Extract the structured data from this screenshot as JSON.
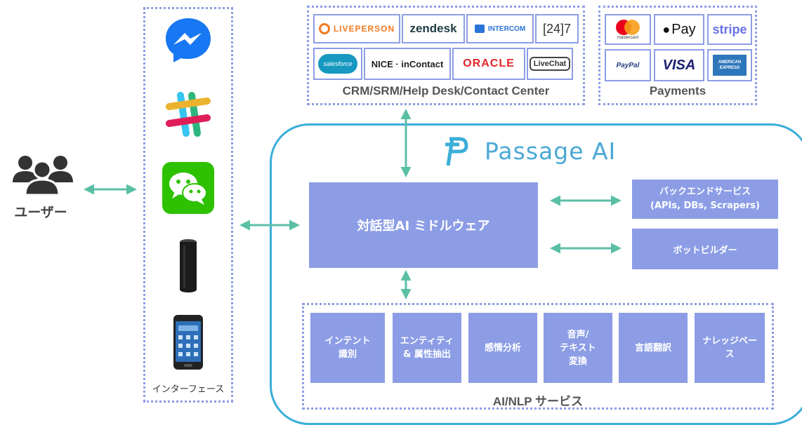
{
  "crm": {
    "caption": "CRM/SRM/Help Desk/Contact Center",
    "logos": [
      "LIVEPERSON",
      "zendesk",
      "INTERCOM",
      "[24]7",
      "salesforce",
      "NICE · inContact",
      "ORACLE",
      "LiveChat"
    ]
  },
  "payments": {
    "caption": "Payments",
    "logos": [
      "mastercard",
      "Pay",
      "stripe",
      "PayPal",
      "VISA",
      "AMERICAN EXPRESS"
    ]
  },
  "user": {
    "label": "ユーザー"
  },
  "interface": {
    "label": "インターフェース"
  },
  "passage": {
    "title": "Passage AI"
  },
  "middleware": {
    "label": "対話型AI ミドルウェア"
  },
  "backend": {
    "label": "バックエンドサービス\n(APIs, DBs, Scrapers)"
  },
  "botbuilder": {
    "label": "ボットビルダー"
  },
  "nlp": {
    "caption": "AI/NLP サービス",
    "services": [
      "インテント\n識別",
      "エンティティ\n& 属性抽出",
      "感情分析",
      "音声/\nテキスト\n変換",
      "言語翻訳",
      "ナレッジベー\nス"
    ]
  },
  "colors": {
    "block": "#8c9de6",
    "arrow": "#5bbfa6",
    "outline": "#3aaed8",
    "dots": "#8c9de6"
  }
}
